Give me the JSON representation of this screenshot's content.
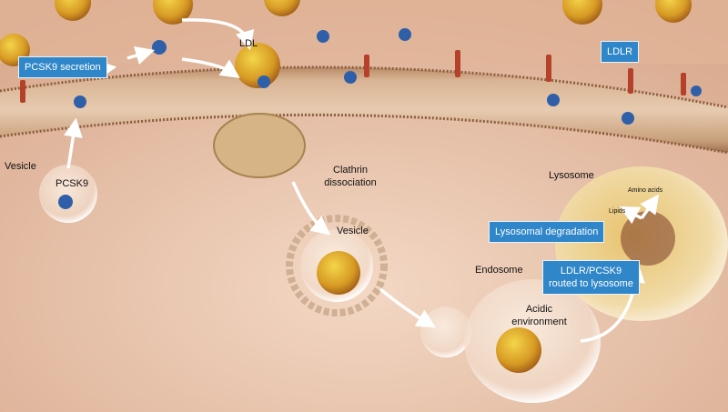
{
  "title_labels": {
    "ldl": "LDL",
    "vesicle_left": "Vesicle",
    "pcsk9": "PCSK9",
    "clathrin": "Clathrin dissociation",
    "vesicle_center": "Vesicle",
    "lysosome": "Lysosome",
    "amino_acids": "Amino acids",
    "lipids": "Lipids",
    "endosome": "Endosome",
    "acidic": "Acidic environment"
  },
  "boxes": {
    "pcsk9_secretion": "PCSK9 secretion",
    "ldlr": "LDLR",
    "lysosomal_degradation": "Lysosomal degradation",
    "routed_line1": "LDLR/PCSK9",
    "routed_line2": "routed to lysosome"
  },
  "colors": {
    "box": "#2f86c9",
    "membrane": "#c9a07c",
    "ldl": "#d8a72a",
    "pcsk9": "#2e5fa8",
    "ldlr": "#b5412a"
  }
}
